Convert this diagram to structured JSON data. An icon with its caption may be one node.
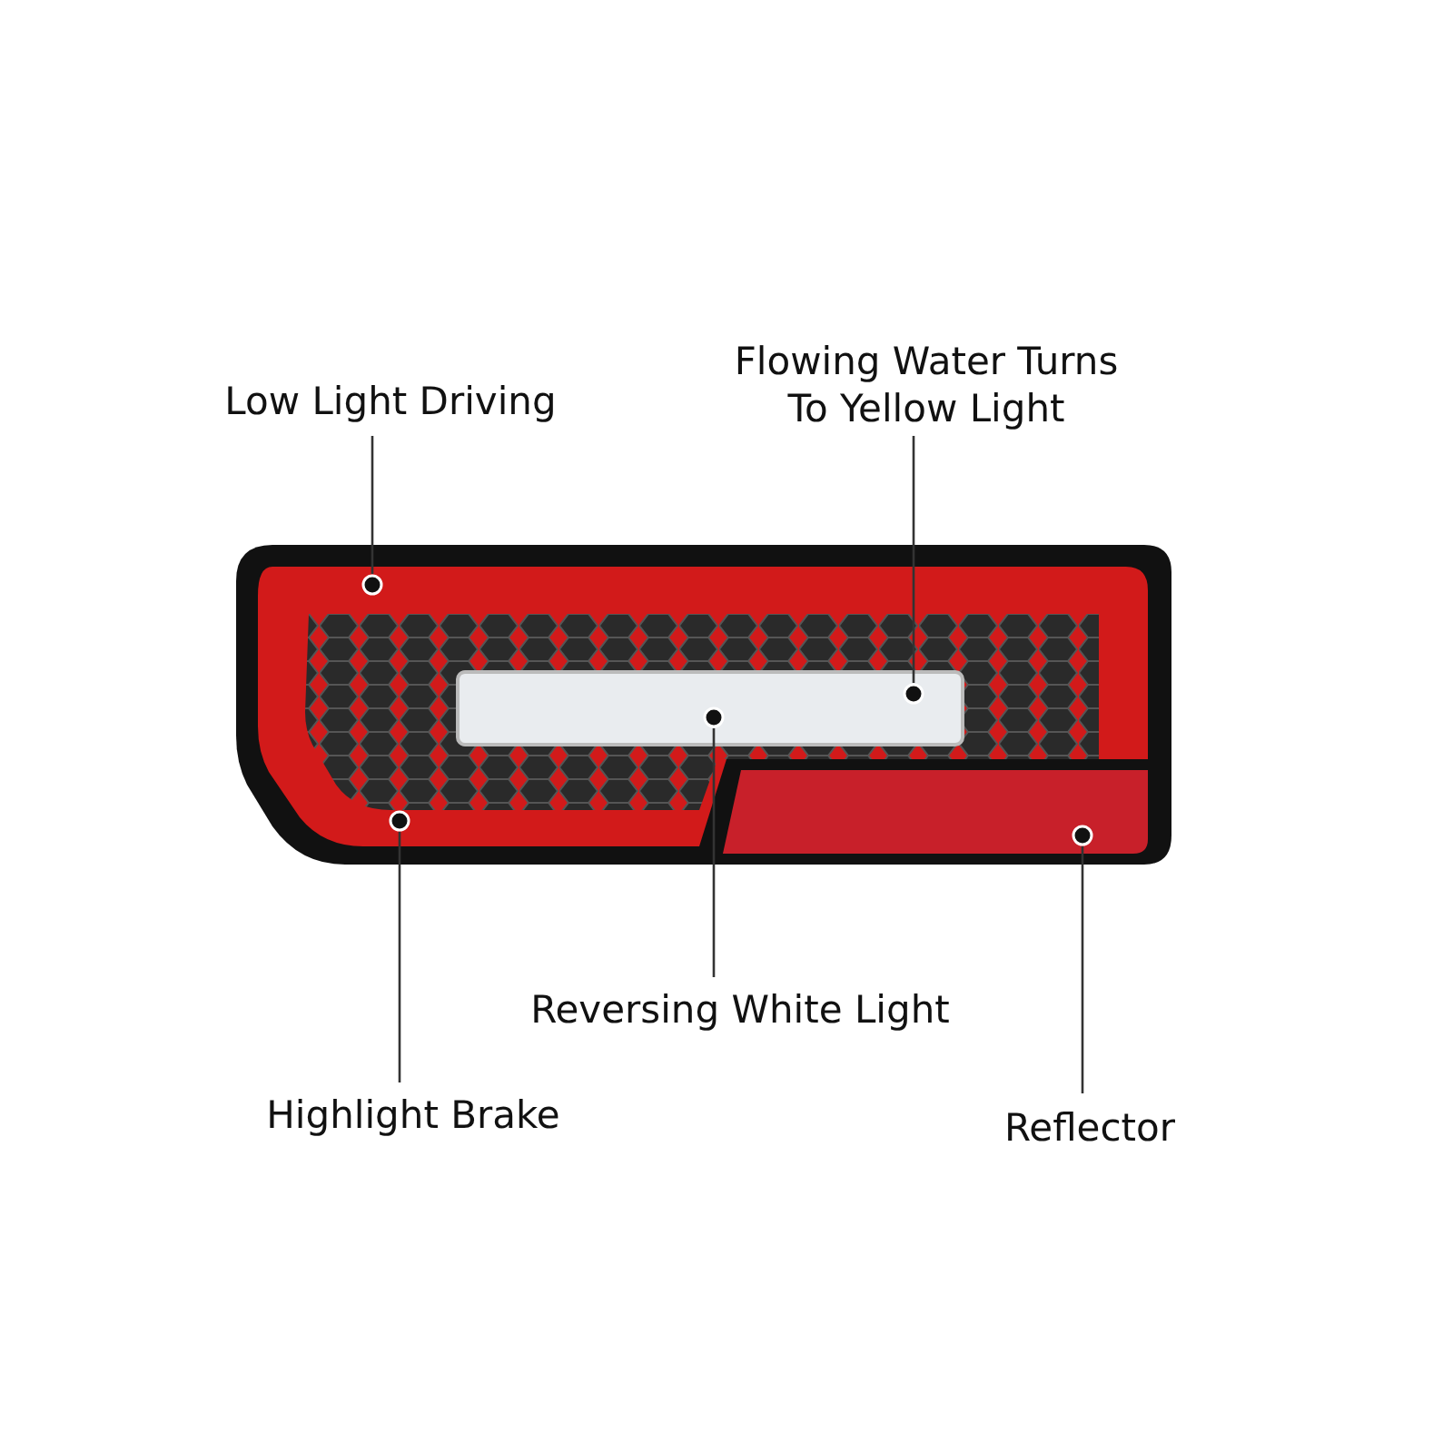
{
  "diagram": {
    "nodes": [
      {
        "text": [
          "Low Light Driving"
        ]
      },
      {
        "text": [
          "Flowing Water Turns To Yellow Light"
        ]
      },
      {
        "text": [
          "Reversing White Light"
        ]
      },
      {
        "text": [
          "Highlight Brake"
        ]
      },
      {
        "text": [
          "Reflector"
        ]
      }
    ],
    "edges": [
      {
        "from": 0,
        "to": null,
        "arrow": "none"
      },
      {
        "from": 1,
        "to": null,
        "arrow": "none"
      },
      {
        "from": 2,
        "to": null,
        "arrow": "none"
      },
      {
        "from": 3,
        "to": null,
        "arrow": "none"
      },
      {
        "from": 4,
        "to": null,
        "arrow": "none"
      }
    ]
  }
}
